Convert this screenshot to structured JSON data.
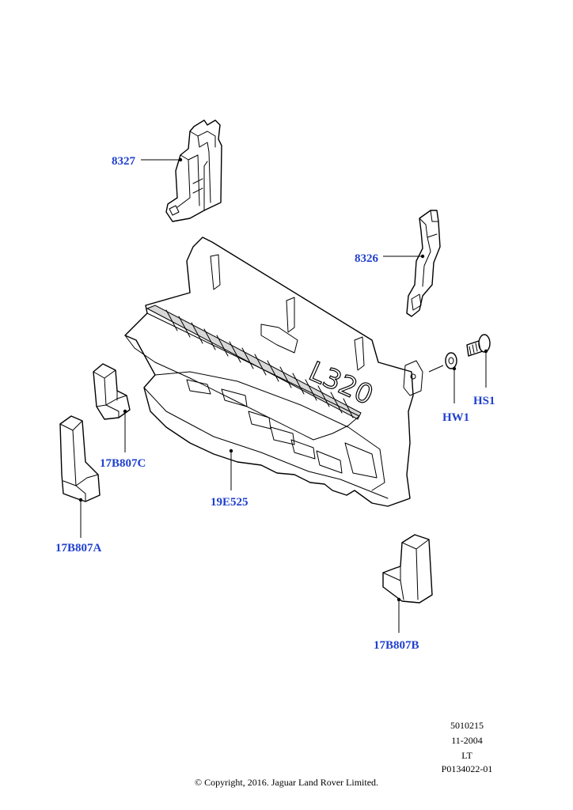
{
  "callouts": {
    "p8327": "8327",
    "p8326": "8326",
    "hs1": "HS1",
    "hw1": "HW1",
    "p17b807c": "17B807C",
    "p19e525": "19E525",
    "p17b807a": "17B807A",
    "p17b807b": "17B807B"
  },
  "embossed_text": "L320",
  "meta": {
    "line1": "5010215",
    "line2": "11-2004",
    "line3": "LT",
    "line4": "P0134022-01"
  },
  "copyright": "© Copyright, 2016. Jaguar Land Rover Limited.",
  "colors": {
    "callout": "#1f3fd0",
    "line": "#000000",
    "background": "#ffffff"
  }
}
